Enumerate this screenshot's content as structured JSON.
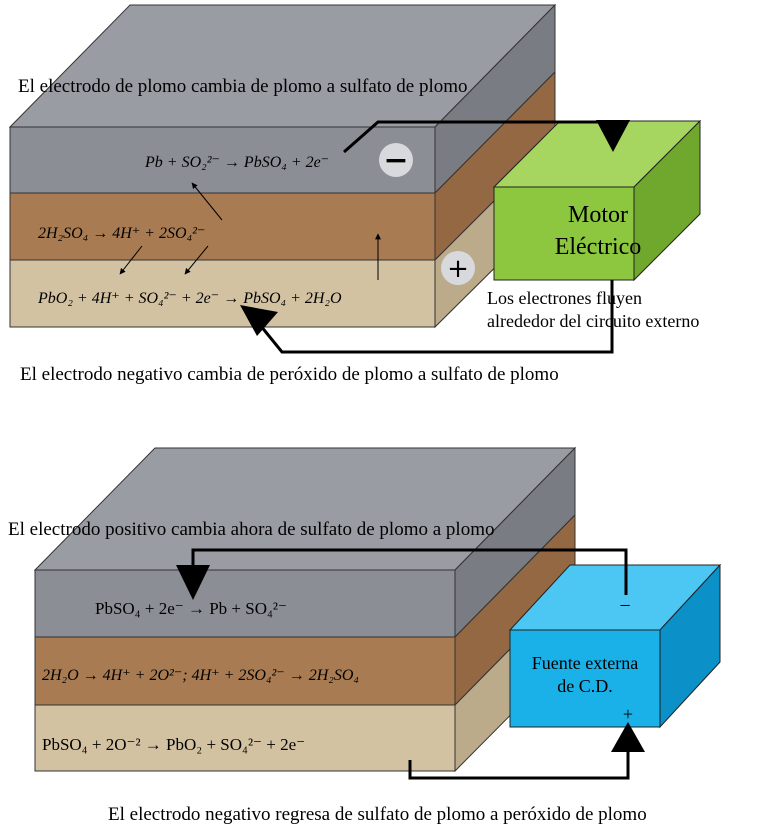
{
  "top": {
    "caption_top": "El electrodo de plomo cambia de plomo a sulfato de plomo",
    "caption_bottom": "El electrodo negativo cambia de peróxido de plomo a sulfato de plomo",
    "eq_layer1": "Pb + SO₂²⁻ → PbSO₄ + 2e⁻",
    "eq_layer2": "2H₂SO₄ → 4H⁺ + 2SO₄²⁻",
    "eq_layer3": "PbO₂ + 4H⁺ + SO₄²⁻ + 2e⁻ → PbSO₄ + 2H₂O",
    "minus_sign": "−",
    "plus_sign": "+",
    "motor_line1": "Motor",
    "motor_line2": "Eléctrico",
    "electrons_line1": "Los electrones fluyen",
    "electrons_line2": "alrededor del circuito externo"
  },
  "bottom": {
    "caption_top": "El electrodo positivo cambia ahora de sulfato de plomo a plomo",
    "caption_bottom": "El electrodo negativo regresa de sulfato de plomo a peróxido de plomo",
    "eq_layer1": "PbSO₄ + 2e⁻  →  Pb + SO₄²⁻",
    "eq_layer2": "2H₂O → 4H⁺ + 2O²⁻; 4H⁺ + 2SO₄²⁻ → 2H₂SO₄",
    "eq_layer3": "PbSO₄  +  2O⁻²  →  PbO₂  +  SO₄²⁻  +  2e⁻",
    "source_line1": "Fuente externa",
    "source_line2": "de C.D.",
    "source_minus": "−",
    "source_plus": "+"
  },
  "colors": {
    "gray_front": "#8c8e96",
    "gray_top": "#9a9ca4",
    "gray_side": "#7a7c84",
    "brown_front": "#a87b52",
    "brown_side": "#946842",
    "tan_front": "#d2c2a2",
    "tan_side": "#bcab8a",
    "motor_front": "#8dc63f",
    "motor_top": "#a6d65f",
    "motor_side": "#6fa82c",
    "source_front": "#1ab0e8",
    "source_top": "#4cc6f2",
    "source_side": "#0b90c8",
    "badge": "#d8d9dd"
  }
}
